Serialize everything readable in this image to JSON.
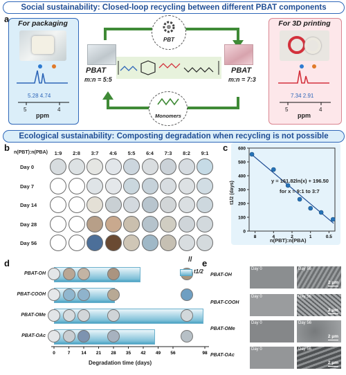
{
  "panel_a": {
    "letter": "a",
    "banner": "Social sustainability: Closed-loop recycling between different PBAT components",
    "left_box_title": "For packaging",
    "right_box_title": "For 3D printing",
    "left_nmr_peaks": "5.28 4.74",
    "right_nmr_peaks": "7.34 2.91",
    "axis_ticks_left": [
      "5",
      "4"
    ],
    "axis_ticks_right": [
      "5",
      "4"
    ],
    "axis_unit": "ppm",
    "left_polymer_label": "PBAT",
    "left_ratio": "m:n = 5:5",
    "right_polymer_label": "PBAT",
    "right_ratio": "m:n = 7:3",
    "top_circle_label": "PBT",
    "bottom_circle_label": "Monomers",
    "colors": {
      "accent_blue": "#2e66b8",
      "arrow_green": "#3f8a36",
      "pink_bg": "#fde7ea",
      "blue_bg": "#dbeef9"
    }
  },
  "ecological_banner": "Ecological sustainability: Composting degradation when recycling is not possible",
  "panel_b": {
    "letter": "b",
    "header_label": "n(PBT):n(PBA)",
    "columns": [
      "1:9",
      "2:8",
      "3:7",
      "4:6",
      "5:5",
      "6:4",
      "7:3",
      "8:2",
      "9:1"
    ],
    "rows": [
      "Day 0",
      "Day 7",
      "Day 14",
      "Day 28",
      "Day 56"
    ]
  },
  "panel_c": {
    "letter": "c",
    "equation": "y = 161.82ln(x) + 196.50",
    "range_note": "for x = 9:1 to 3:7",
    "ylabel": "t1/2 (days)",
    "xlabel": "n(PBT):n(PBA)"
  },
  "chart_data": {
    "type": "scatter",
    "title": "",
    "xlabel": "n(PBT):n(PBA)",
    "ylabel": "t1/2 (days)",
    "xscale": "log",
    "xlim": [
      10,
      0.4
    ],
    "ylim": [
      0,
      600
    ],
    "x_ticks": [
      "8",
      "4",
      "2",
      "1",
      "0.5"
    ],
    "y_ticks": [
      0,
      100,
      200,
      300,
      400,
      500,
      600
    ],
    "points": [
      {
        "x": 9,
        "y": 555
      },
      {
        "x": 4,
        "y": 445
      },
      {
        "x": 2.33,
        "y": 330
      },
      {
        "x": 1.5,
        "y": 230
      },
      {
        "x": 1,
        "y": 165
      },
      {
        "x": 0.67,
        "y": 135
      },
      {
        "x": 0.43,
        "y": 85
      }
    ],
    "fit_line": {
      "from_x": 9.5,
      "to_x": 0.42
    },
    "fit_equation": "y = 161.82ln(x) + 196.50",
    "colors": {
      "points": "#2673b8",
      "fit": "#1f4d94",
      "background": "#ffffff"
    }
  },
  "panel_d": {
    "letter": "d",
    "samples": [
      "PBAT-OH",
      "PBAT-COOH",
      "PBAT-OMe",
      "PBAT-OAc"
    ],
    "bar_end_days": [
      40,
      28,
      98,
      47
    ],
    "xlabel": "Degradation time (days)",
    "x_ticks": [
      "0",
      "7",
      "14",
      "21",
      "28",
      "35",
      "42",
      "49",
      "56",
      "98"
    ],
    "legend_label": "t1/2",
    "axis_break": "//"
  },
  "panel_e": {
    "letter": "e",
    "samples": [
      "PBAT-OH",
      "PBAT-COOH",
      "PBAT-OMe",
      "PBAT-OAc"
    ],
    "day0_label": "Day 0",
    "day56_label": "Day 56",
    "scale_bar": "2 μm"
  }
}
